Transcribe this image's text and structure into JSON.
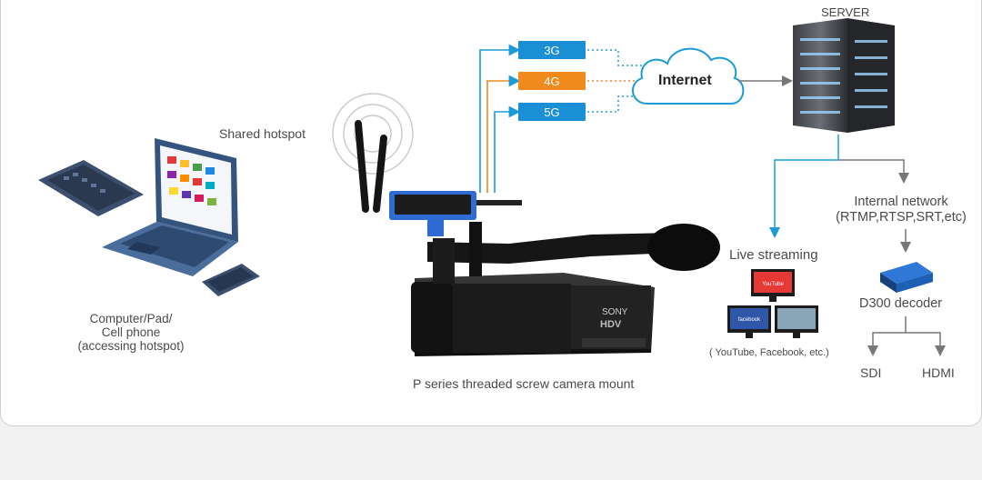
{
  "labels": {
    "server": "SERVER",
    "net_3g": "3G",
    "net_4g": "4G",
    "net_5g": "5G",
    "internet": "Internet",
    "shared_hotspot": "Shared hotspot",
    "client_line1": "Computer/Pad/",
    "client_line2": "Cell phone",
    "client_line3": "(accessing hotspot)",
    "camera_mount": "P series threaded screw camera mount",
    "internal_network_line1": "Internal network",
    "internal_network_line2": "(RTMP,RTSP,SRT,etc)",
    "live_streaming": "Live streaming",
    "streaming_platforms": "( YouTube, Facebook, etc.)",
    "decoder": "D300 decoder",
    "sdi": "SDI",
    "hdmi": "HDMI",
    "youtube_logo": "YouTube",
    "facebook_logo": "facebook",
    "camera_brand": "SONY",
    "camera_model": "HDV"
  },
  "colors": {
    "net_3g": "#1a8fd6",
    "net_4g": "#f08a1c",
    "net_5g": "#1a8fd6",
    "connector": "#1a9bd8",
    "arrow_gray": "#777777",
    "internet_text": "#222222"
  },
  "icons": [
    "laptop-icon",
    "tablet-icon",
    "phone-icon",
    "hotspot-antenna-icon",
    "camcorder-icon",
    "cloud-icon",
    "server-rack-icon",
    "youtube-monitor-icon",
    "facebook-monitor-icon",
    "video-monitor-icon",
    "decoder-box-icon"
  ]
}
